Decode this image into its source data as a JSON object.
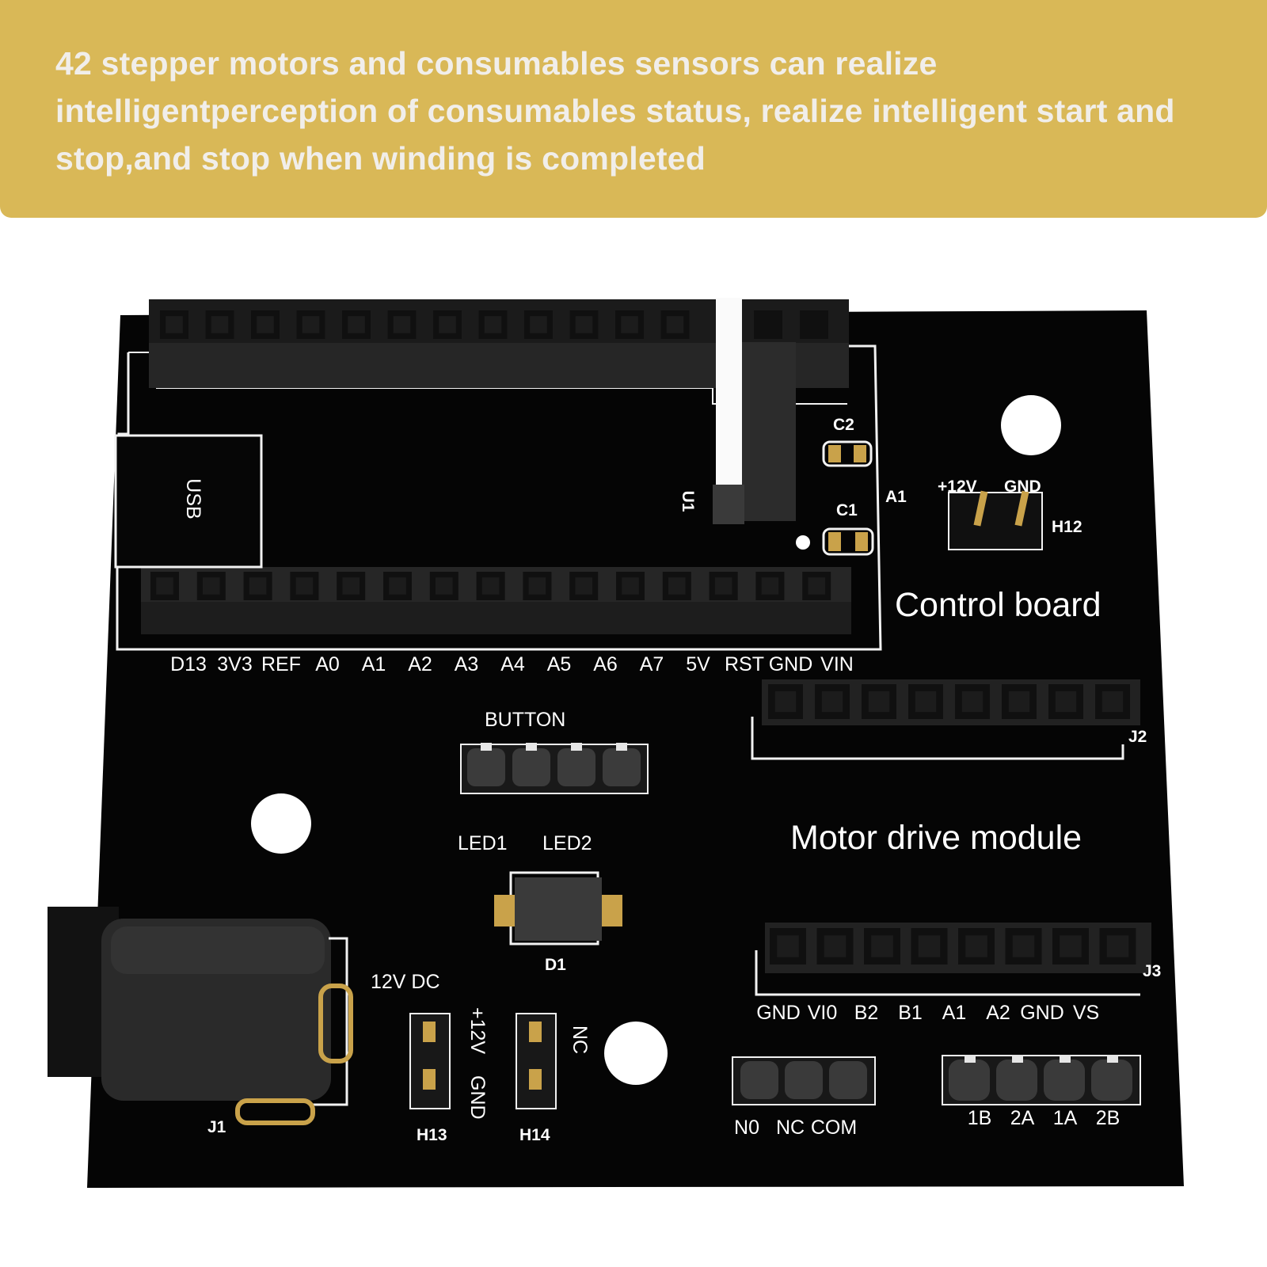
{
  "banner": {
    "text": "42 stepper motors and consumables sensors can realize intelligentperception of consumables status, realize intelligent start and stop,and stop when winding is completed"
  },
  "board": {
    "colors": {
      "pcb": "#050505",
      "silkscreen": "#ffffff",
      "gold": "#c9a24a",
      "banner": "#d9b857"
    },
    "sections": {
      "control": "Control board",
      "motor": "Motor drive module"
    },
    "top_pins": [
      "D13",
      "3V3",
      "REF",
      "A0",
      "A1",
      "A2",
      "A3",
      "A4",
      "A5",
      "A6",
      "A7",
      "5V",
      "RST",
      "GND",
      "VIN"
    ],
    "motor_pins": [
      "GND",
      "VI0",
      "B2",
      "B1",
      "A1",
      "A2",
      "GND",
      "VS"
    ],
    "relay_pins": [
      "N0",
      "NC",
      "COM"
    ],
    "stepper_pins": [
      "1B",
      "2A",
      "1A",
      "2B"
    ],
    "labels": {
      "usb": "USB",
      "u1": "U1",
      "c1": "C1",
      "c2": "C2",
      "a1": "A1",
      "plus12v": "+12V",
      "gnd": "GND",
      "h12": "H12",
      "j2": "J2",
      "j3": "J3",
      "button": "BUTTON",
      "led1": "LED1",
      "led2": "LED2",
      "d1": "D1",
      "dc": "12V DC",
      "j1": "J1",
      "h13": "H13",
      "h14": "H14",
      "h13_pin1": "+12V",
      "h13_pin2": "GND",
      "h14_pin": "NC"
    }
  }
}
